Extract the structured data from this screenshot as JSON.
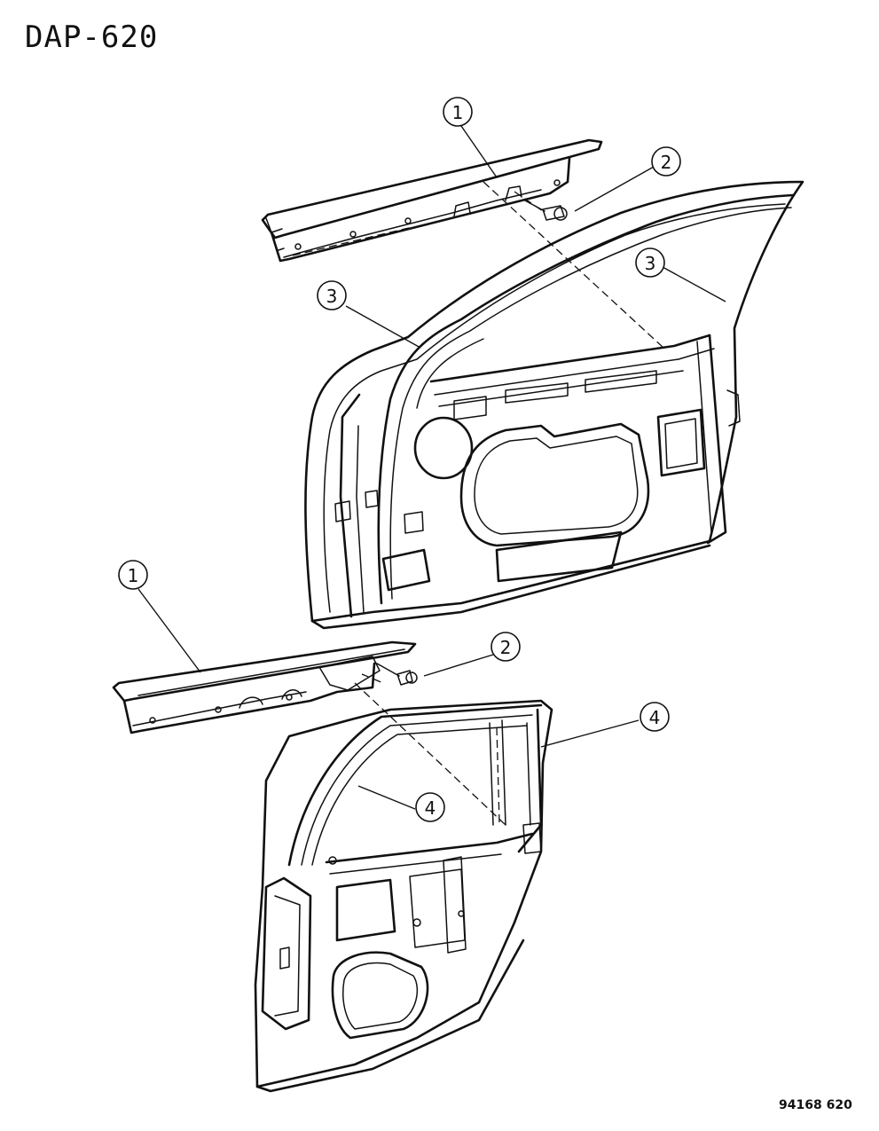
{
  "header": {
    "diagram_code": "DAP-620"
  },
  "footer": {
    "figure_id": "94168 620"
  },
  "callouts": {
    "front_molding": "1",
    "front_screw": "2",
    "front_weatherstrip_left": "3",
    "front_weatherstrip_right": "3",
    "rear_molding": "1",
    "rear_screw": "2",
    "rear_weatherstrip_outer": "4",
    "rear_weatherstrip_inner": "4"
  }
}
